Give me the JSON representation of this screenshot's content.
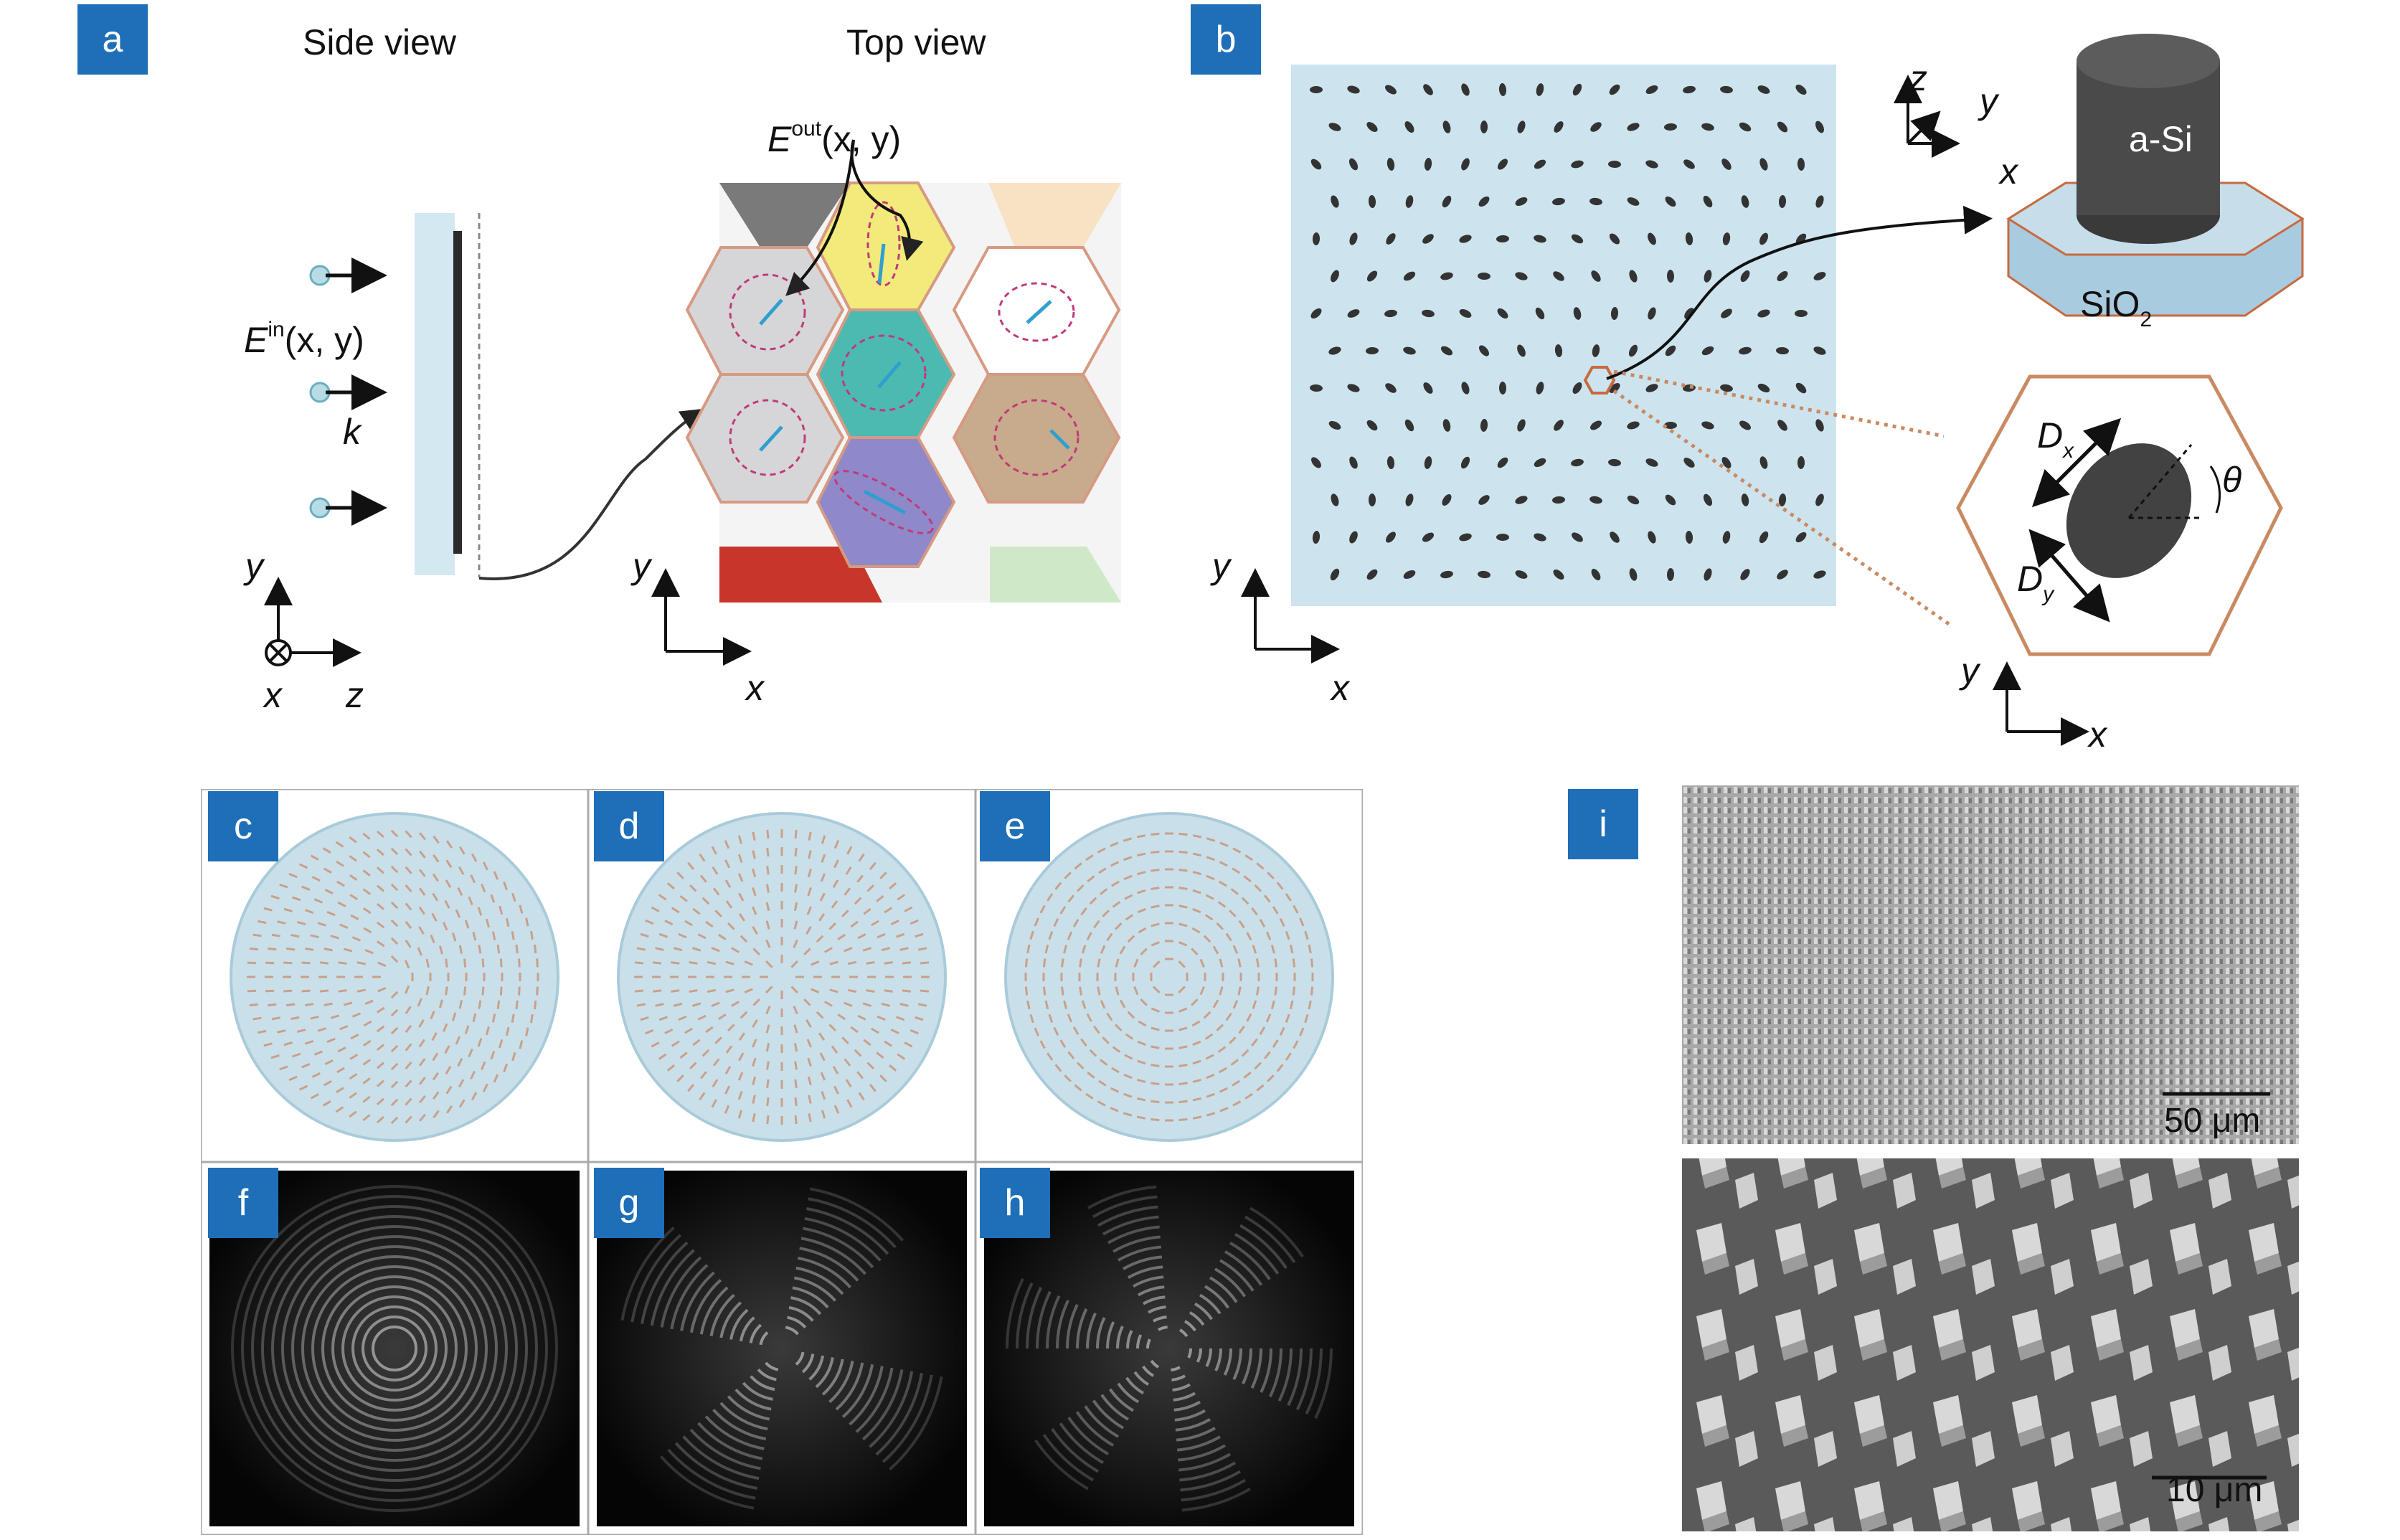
{
  "panels": {
    "a": "a",
    "b": "b",
    "c": "c",
    "d": "d",
    "e": "e",
    "f": "f",
    "g": "g",
    "h": "h",
    "i": "i"
  },
  "panel_a": {
    "side_view": "Side view",
    "top_view": "Top view",
    "e_in_symbol": "E",
    "e_in_sup": "in",
    "e_in_args": "(x, y)",
    "e_out_symbol": "E",
    "e_out_sup": "out",
    "e_out_args": "(x, y)",
    "k_label": "k",
    "axis_side": {
      "y": "y",
      "x": "x",
      "z": "z"
    },
    "axis_top": {
      "y": "y",
      "x": "x"
    }
  },
  "panel_b": {
    "a_si": "a-Si",
    "sio2": "SiO",
    "sio2_sub": "2",
    "dx": "D",
    "dx_sub": "x",
    "dy": "D",
    "dy_sub": "y",
    "theta": "θ",
    "axis_3d": {
      "z": "z",
      "y": "y",
      "x": "x"
    },
    "axis_array": {
      "y": "y",
      "x": "x"
    },
    "axis_cell": {
      "y": "y",
      "x": "x"
    }
  },
  "panel_i": {
    "scale_top": "50 μm",
    "scale_bottom": "10 μm"
  },
  "colors": {
    "label_bg": "#1f6fb8",
    "substrate": "#cfe4ef",
    "pillar": "#444444",
    "hex_outline": "#c98a62"
  }
}
